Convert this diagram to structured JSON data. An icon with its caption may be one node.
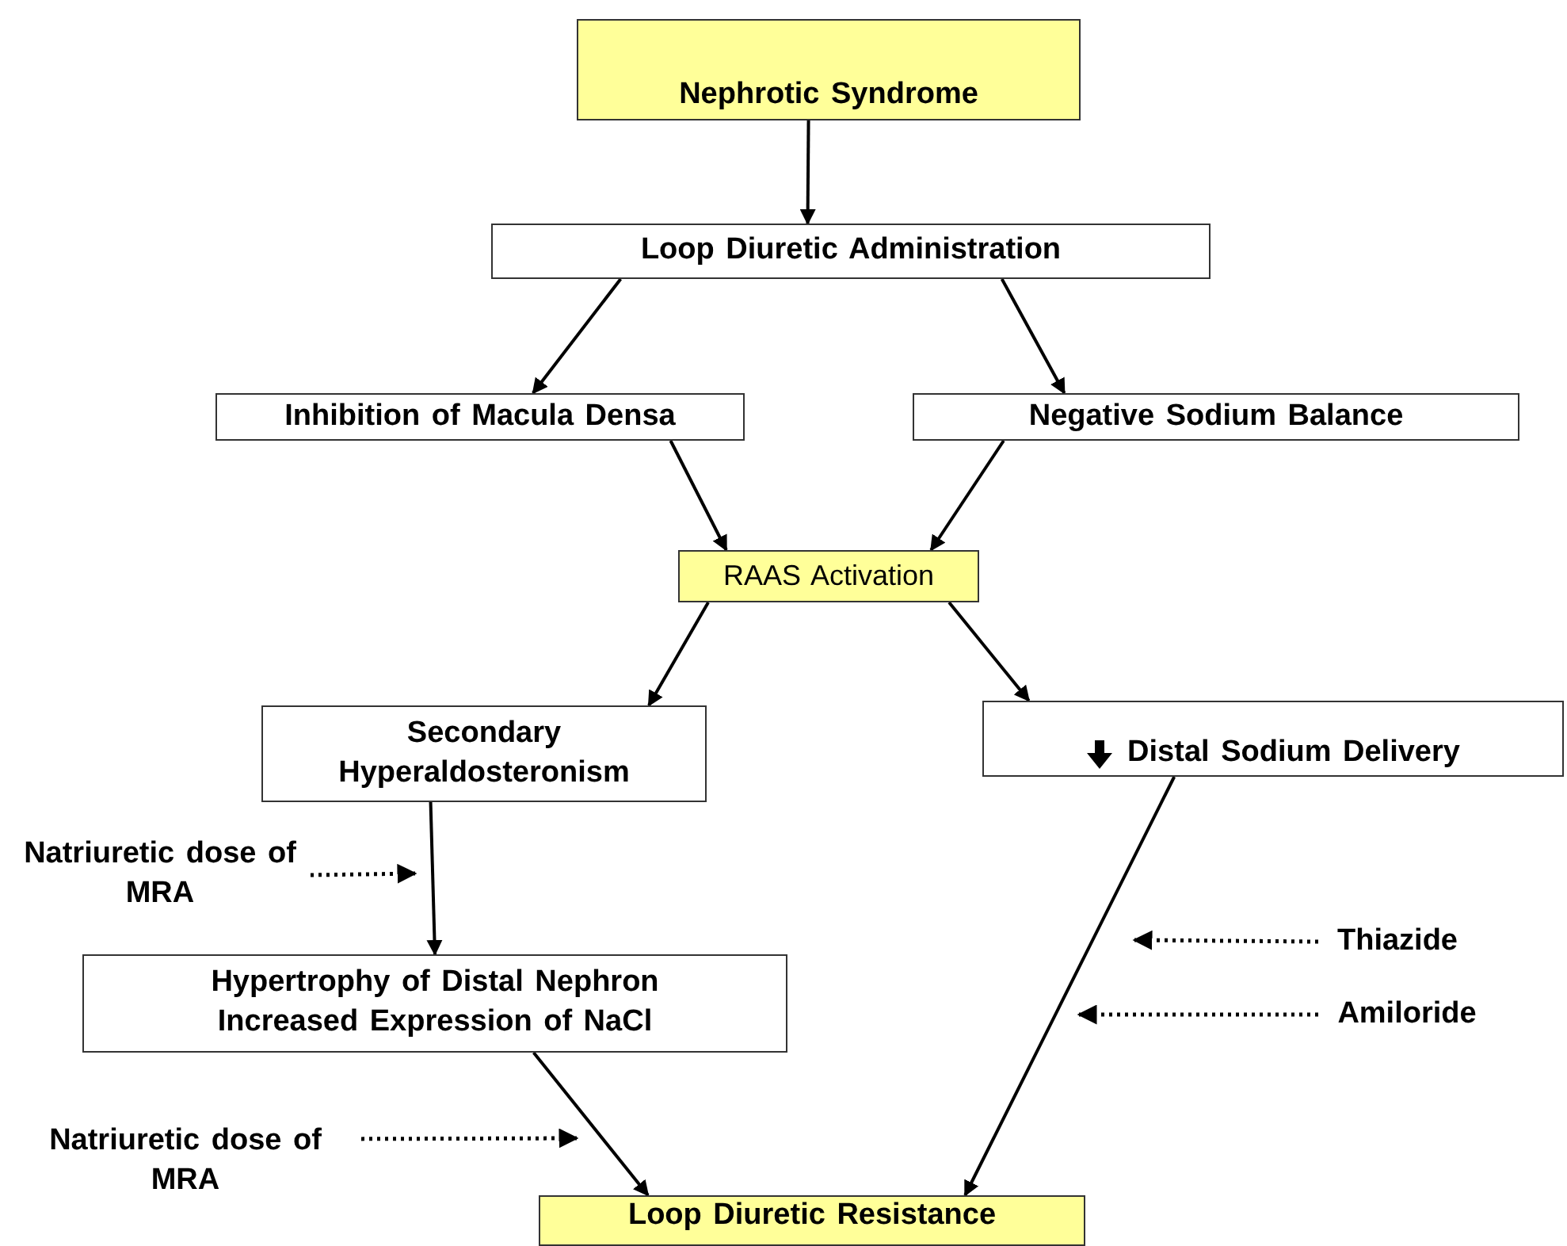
{
  "diagram": {
    "nodes": [
      {
        "text": [
          "Nephrotic Syndrome"
        ]
      },
      {
        "text": [
          "Loop Diuretic Administration"
        ]
      },
      {
        "text": [
          "Inhibition of Macula Densa"
        ]
      },
      {
        "text": [
          "Negative Sodium Balance"
        ]
      },
      {
        "text": [
          "RAAS Activation"
        ]
      },
      {
        "text": [
          "Secondary Hyperaldosteronism"
        ]
      },
      {
        "text": [
          "Distal Sodium Delivery"
        ]
      },
      {
        "text": [
          "Natriuretic dose of MRA"
        ]
      },
      {
        "text": [
          "Hypertrophy of Distal Nephron",
          "Increased Expression of NaCl"
        ]
      },
      {
        "text": [
          "Natriuretic dose of MRA"
        ]
      },
      {
        "text": [
          "Thiazide"
        ]
      },
      {
        "text": [
          "Amiloride"
        ]
      },
      {
        "text": [
          "Loop Diuretic Resistance"
        ]
      }
    ],
    "edges": [
      {
        "from": 0,
        "to": 1,
        "arrow": "to"
      },
      {
        "from": 1,
        "to": 2,
        "arrow": "to"
      },
      {
        "from": 1,
        "to": 3,
        "arrow": "to"
      },
      {
        "from": 2,
        "to": 4,
        "arrow": "to"
      },
      {
        "from": 3,
        "to": 4,
        "arrow": "to"
      },
      {
        "from": 4,
        "to": 5,
        "arrow": "to"
      },
      {
        "from": 4,
        "to": 6,
        "arrow": "to"
      },
      {
        "from": 5,
        "to": 8,
        "arrow": "to"
      },
      {
        "from": 8,
        "to": 12,
        "arrow": "to"
      },
      {
        "from": 6,
        "to": 12,
        "arrow": "to"
      },
      {
        "from": 7,
        "to": null,
        "arrow": "to",
        "style": "dashed"
      },
      {
        "from": 9,
        "to": null,
        "arrow": "to",
        "style": "dashed"
      },
      {
        "from": 10,
        "to": null,
        "arrow": "to",
        "style": "dashed"
      },
      {
        "from": 11,
        "to": null,
        "arrow": "to",
        "style": "dashed"
      }
    ]
  }
}
